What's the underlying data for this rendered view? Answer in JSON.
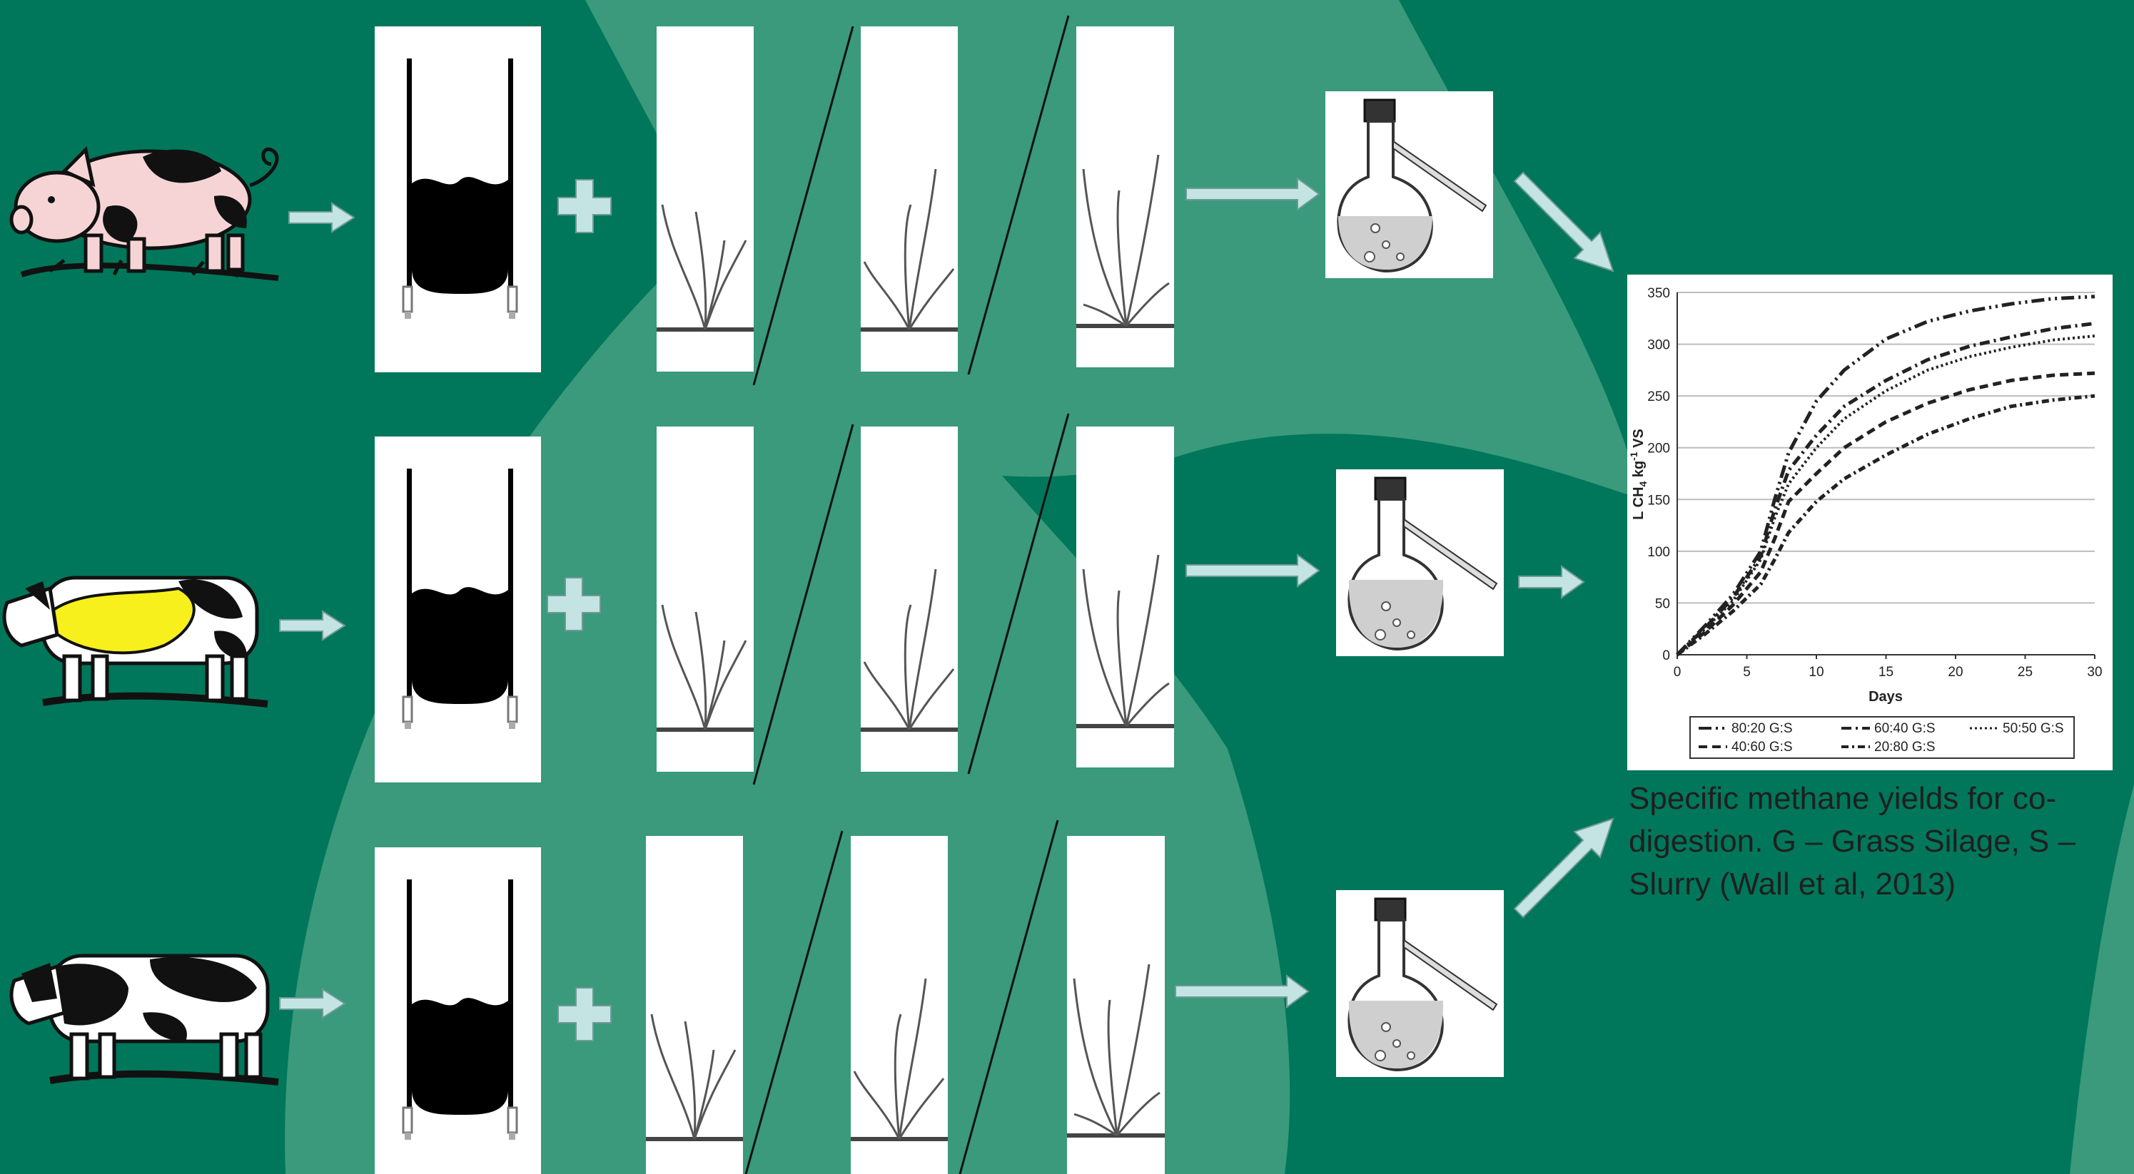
{
  "caption": "Specific methane yields for co-digestion. G – Grass Silage, S – Slurry (Wall et al, 2013)",
  "colors": {
    "background": "#00775a",
    "background_light": "#3a9a7b",
    "arrow": "#c4e3e3",
    "panel": "#ffffff",
    "pig": "#f6d4d6",
    "cow_patch": "#f7f01c"
  },
  "rows": [
    {
      "animal": "pig-icon"
    },
    {
      "animal": "yellow-black-cow-icon"
    },
    {
      "animal": "black-white-cow-icon"
    }
  ],
  "chart_data": {
    "type": "line",
    "title": "",
    "xlabel": "Days",
    "ylabel": "L CH4 kg-1 VS",
    "ylabel_main": "L CH",
    "ylabel_sub": "4",
    "ylabel_mid": " kg",
    "ylabel_sup": "-1",
    "ylabel_end": " VS",
    "xlim": [
      0,
      30
    ],
    "ylim": [
      0,
      350
    ],
    "xticks": [
      0,
      5,
      10,
      15,
      20,
      25,
      30
    ],
    "yticks": [
      0,
      50,
      100,
      150,
      200,
      250,
      300,
      350
    ],
    "grid": "horizontal",
    "legend_position": "bottom",
    "x": [
      0,
      2,
      4,
      6,
      7,
      8,
      10,
      12,
      15,
      18,
      21,
      24,
      27,
      30
    ],
    "series": [
      {
        "name": "80:20 G:S",
        "dash": "18,6,3,6,3,6",
        "values": [
          0,
          28,
          58,
          100,
          150,
          195,
          245,
          275,
          305,
          322,
          332,
          339,
          344,
          346
        ]
      },
      {
        "name": "60:40 G:S",
        "dash": "14,6,3,6",
        "values": [
          0,
          26,
          55,
          95,
          140,
          178,
          212,
          240,
          265,
          285,
          298,
          307,
          315,
          320
        ]
      },
      {
        "name": "50:50 G:S",
        "dash": "3,4",
        "values": [
          0,
          25,
          52,
          92,
          132,
          165,
          200,
          228,
          255,
          275,
          288,
          297,
          304,
          308
        ]
      },
      {
        "name": "40:60 G:S",
        "dash": "12,7",
        "values": [
          0,
          22,
          48,
          80,
          112,
          148,
          175,
          200,
          225,
          243,
          256,
          265,
          270,
          272
        ]
      },
      {
        "name": "20:80 G:S",
        "dash": "10,5,3,5",
        "values": [
          0,
          20,
          42,
          68,
          92,
          118,
          148,
          170,
          193,
          213,
          228,
          240,
          246,
          250
        ]
      }
    ]
  }
}
